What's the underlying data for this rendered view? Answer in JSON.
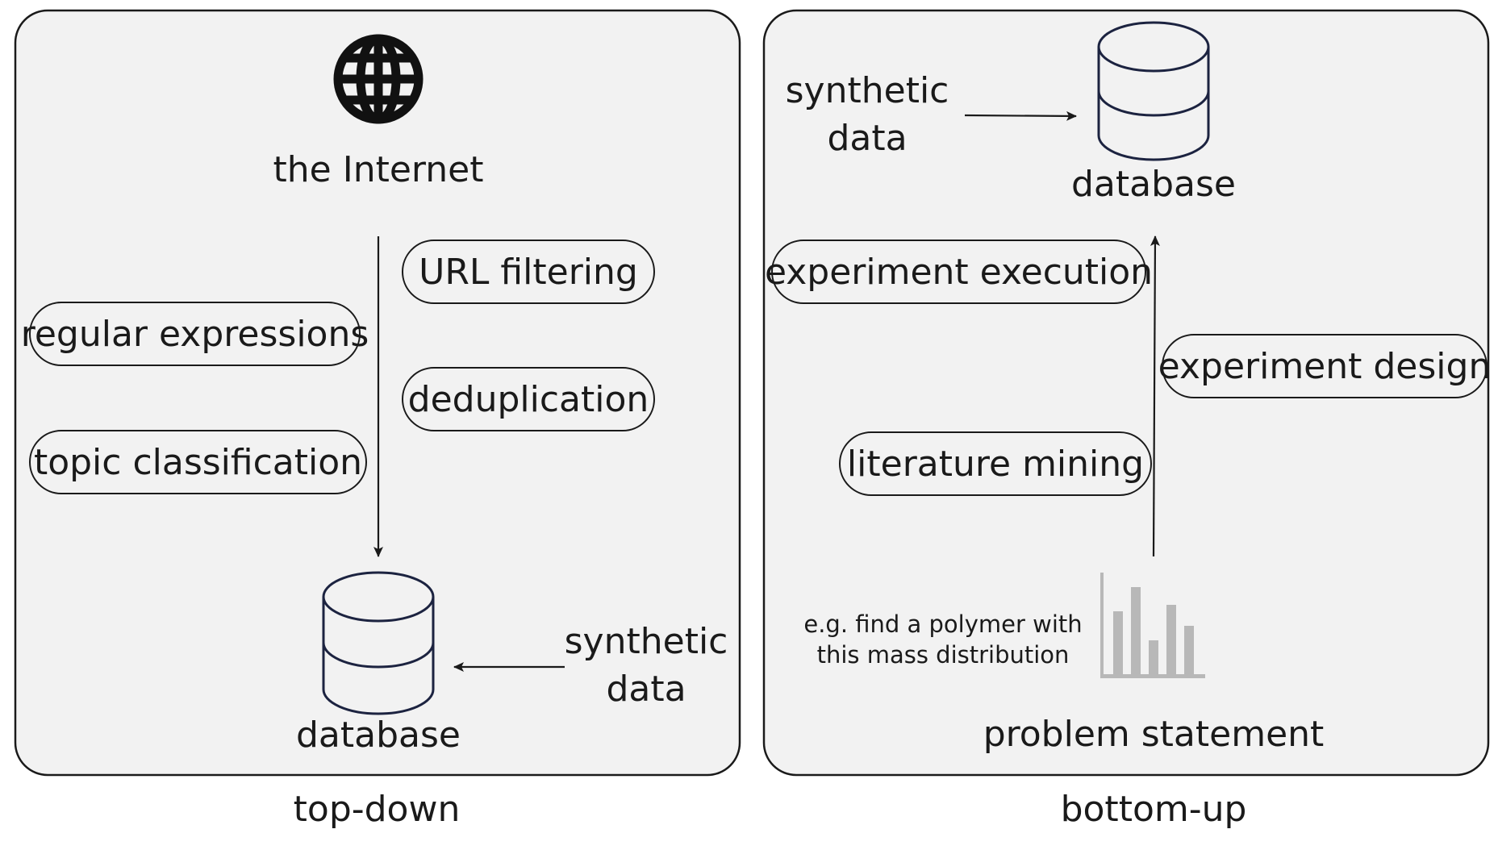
{
  "panels": {
    "left": {
      "caption": "top-down",
      "source_label": "the Internet",
      "target_label": "database",
      "synthetic_label_line1": "synthetic",
      "synthetic_label_line2": "data",
      "steps": [
        "URL filtering",
        "regular expressions",
        "deduplication",
        "topic classification"
      ]
    },
    "right": {
      "caption": "bottom-up",
      "target_label": "database",
      "synthetic_label_line1": "synthetic",
      "synthetic_label_line2": "data",
      "steps": [
        "experiment execution",
        "experiment design",
        "literature mining"
      ],
      "example_line1": "e.g. find a polymer with",
      "example_line2": "this mass distribution",
      "source_label": "problem statement"
    }
  },
  "icons": {
    "internet": "globe-icon",
    "database": "database-icon",
    "distribution": "bar-chart-icon"
  },
  "colors": {
    "panel_fill": "#f2f2f2",
    "outline": "#1a1a1a",
    "database_stroke": "#1c2340",
    "chart_bars": "#b8b8b8"
  }
}
